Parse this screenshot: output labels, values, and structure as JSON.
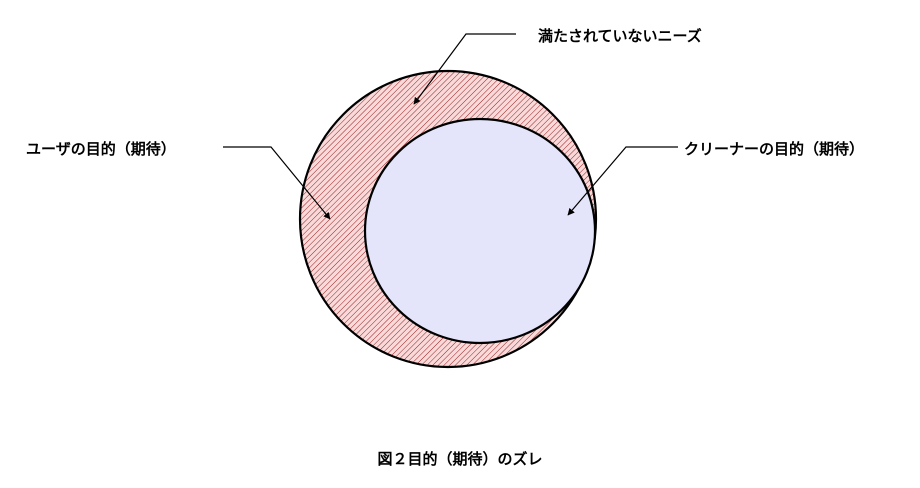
{
  "labels": {
    "unmet_needs": "満たされていないニーズ",
    "user_purpose": "ユーザの目的（期待）",
    "cleaner_purpose": "クリーナーの目的（期待）"
  },
  "caption": "図２目的（期待）のズレ",
  "colors": {
    "outer_fill": "#f9dada",
    "hatch": "#9a2020",
    "inner_fill": "#e4e4fa",
    "outline": "#000000"
  }
}
